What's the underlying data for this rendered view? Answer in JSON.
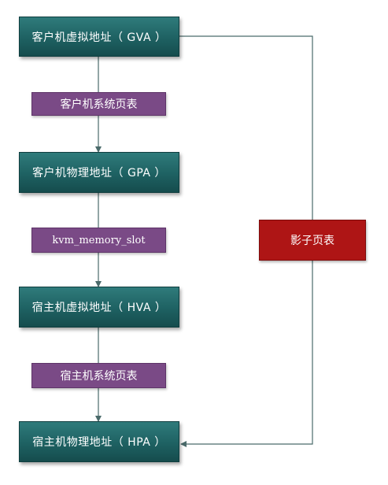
{
  "diagram": {
    "nodes": {
      "gva": "客户机虚拟地址（ GVA ）",
      "guest_page_table": "客户机系统页表",
      "gpa": "客户机物理地址（ GPA ）",
      "kvm_memory_slot": "kvm_memory_slot",
      "hva": "宿主机虚拟地址（ HVA ）",
      "host_page_table": "宿主机系统页表",
      "hpa": "宿主机物理地址（ HPA ）",
      "shadow_page_table": "影子页表"
    },
    "colors": {
      "address_box": "#1e6162",
      "page_table_box": "#7a4a86",
      "shadow_table_box": "#ae1515",
      "connector": "#4a6a6a"
    }
  }
}
